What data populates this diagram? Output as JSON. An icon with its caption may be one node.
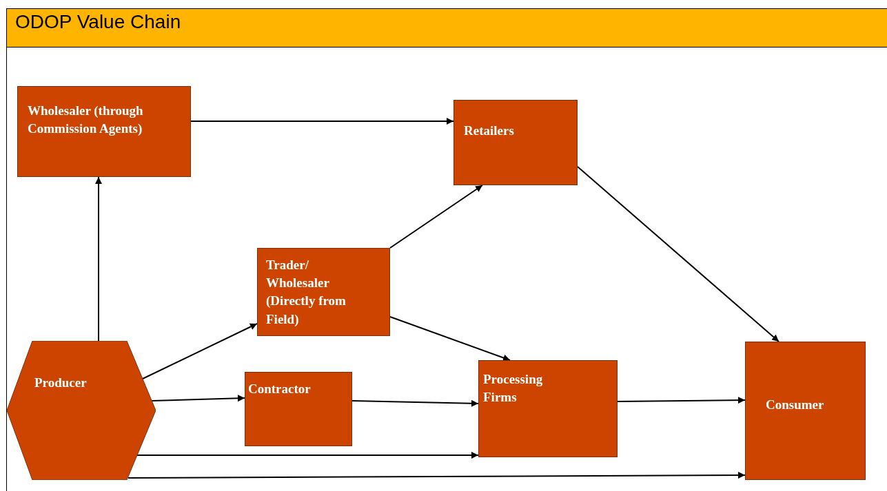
{
  "diagram": {
    "title": "ODOP Value Chain",
    "nodes": [
      {
        "text": [
          "Wholesaler (through Commission Agents)"
        ]
      },
      {
        "text": [
          "Retailers"
        ]
      },
      {
        "text": [
          "Trader/ Wholesaler (Directly from Field)"
        ]
      },
      {
        "text": [
          "Producer"
        ]
      },
      {
        "text": [
          "Contractor"
        ]
      },
      {
        "text": [
          "Processing Firms"
        ]
      },
      {
        "text": [
          "Consumer"
        ]
      }
    ],
    "edges": [
      {
        "from": 3,
        "to": 0,
        "arrow": "to"
      },
      {
        "from": 0,
        "to": 1,
        "arrow": "to"
      },
      {
        "from": 2,
        "to": 1,
        "arrow": "to"
      },
      {
        "from": 1,
        "to": 6,
        "arrow": "to"
      },
      {
        "from": 3,
        "to": 2,
        "arrow": "to"
      },
      {
        "from": 2,
        "to": 5,
        "arrow": "to"
      },
      {
        "from": 3,
        "to": 4,
        "arrow": "to"
      },
      {
        "from": 4,
        "to": 5,
        "arrow": "to"
      },
      {
        "from": 5,
        "to": 6,
        "arrow": "to"
      },
      {
        "from": 3,
        "to": 5,
        "arrow": "to"
      },
      {
        "from": 3,
        "to": 6,
        "arrow": "to"
      }
    ]
  }
}
